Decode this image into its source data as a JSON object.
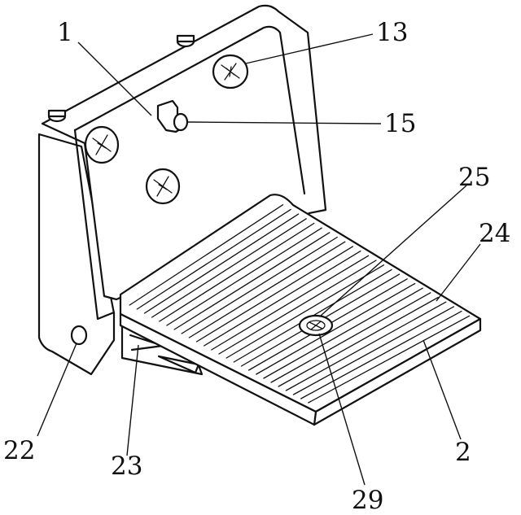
{
  "labels": [
    {
      "id": "part-1",
      "text": "1"
    },
    {
      "id": "part-13",
      "text": "13"
    },
    {
      "id": "part-15",
      "text": "15"
    },
    {
      "id": "part-25",
      "text": "25"
    },
    {
      "id": "part-24",
      "text": "24"
    },
    {
      "id": "part-22",
      "text": "22"
    },
    {
      "id": "part-23",
      "text": "23"
    },
    {
      "id": "part-2",
      "text": "2"
    },
    {
      "id": "part-29",
      "text": "29"
    }
  ]
}
